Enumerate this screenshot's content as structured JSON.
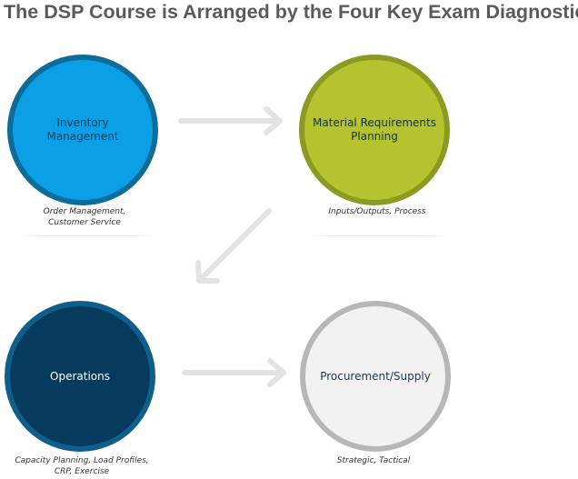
{
  "title": "The DSP Course is Arranged by the Four Key Exam Diagnostics",
  "nodes": {
    "inventory": {
      "label": "Inventory\nManagement",
      "caption": "Order Management,\nCustomer Service"
    },
    "mrp": {
      "label": "Material Requirements\nPlanning",
      "caption": "Inputs/Outputs, Process"
    },
    "operations": {
      "label": "Operations",
      "caption": "Capacity Planning, Load Profiles,\nCRP, Exercise"
    },
    "procurement": {
      "label": "Procurement/Supply",
      "caption": "Strategic, Tactical"
    }
  },
  "colors": {
    "inventory_fill": "#0ba0e6",
    "mrp_fill": "#b5c42e",
    "operations_fill": "#073b5d",
    "procurement_fill": "#f2f2f2",
    "arrow": "#e3e3e3",
    "title": "#5a5a5a"
  },
  "icons": {
    "flow_arrow": "arrow-right-icon"
  }
}
